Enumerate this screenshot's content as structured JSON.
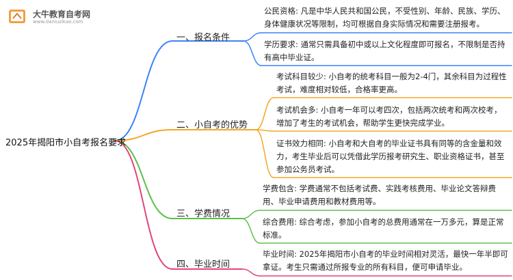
{
  "watermark": {
    "name": "大牛教育自考网",
    "url": "www.daniuzikao.com"
  },
  "root": {
    "label": "2025年揭阳市小自考报名要求"
  },
  "branches": [
    {
      "label": "一、报名条件",
      "color": "#3b82f6",
      "leaves": [
        "公民资格: 凡是中华人民共和国公民，不受性别、年龄、民族、学历、身体健康状况等限制，均可根据自身实际情况和需要注册报考。",
        "学历要求: 通常只需具备初中或以上文化程度即可报名，不限制是否持有高中毕业证。"
      ]
    },
    {
      "label": "二、小自考的优势",
      "color": "#f5a623",
      "leaves": [
        "考试科目较少: 小自考的统考科目一般为2-4门，其余科目为过程性考试，难度相对较低，合格率更高。",
        "考试机会多: 小自考一年可以考四次，包括两次统考和两次校考，增加了考生的考试机会，帮助学生更快完成学业。",
        "证书效力相同: 小自考和大自考的毕业证书具有同等的含金量和效力，考生毕业后可以凭借此学历报考研究生、职业资格证书，甚至参加公务员考试。"
      ]
    },
    {
      "label": "三、学费情况",
      "color": "#5cc04a",
      "leaves": [
        "学费包含: 学费通常不包括考试费、实践考核费用、毕业论文答辩费用、毕业申请费用和教材费用等。",
        "综合费用: 综合考虑，参加小自考的总费用通常在一万多元，算是正常标准。"
      ]
    },
    {
      "label": "四、毕业时间",
      "color": "#e0457b",
      "leaves": [
        "毕业时间: 2025年揭阳市小自考的毕业时间相对灵活，最快一年半即可拿证。考生只需通过所报专业的所有科目，便可申请毕业。"
      ]
    }
  ]
}
